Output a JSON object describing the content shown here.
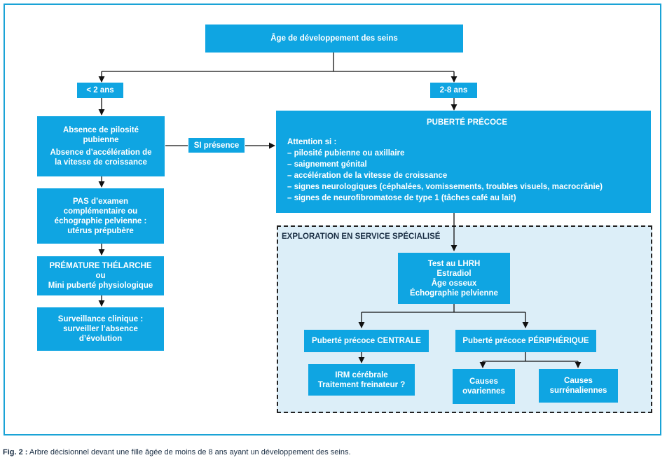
{
  "root": {
    "label": "Âge de développement des seins"
  },
  "branch_left": {
    "label": "< 2 ans"
  },
  "branch_right": {
    "label": "2-8 ans"
  },
  "absence": {
    "line1": "Absence de pilosité pubienne",
    "line2": "Absence d’accélération de la vitesse de croissance"
  },
  "si_presence": {
    "label": "SI présence"
  },
  "pas_examen": {
    "text": "PAS d’examen complémentaire ou échographie pelvienne : utérus prépubère"
  },
  "premature": {
    "line1": "PRÉMATURE THÉLARCHE",
    "line2": "ou",
    "line3": "Mini puberté physiologique"
  },
  "surveillance": {
    "text": "Surveillance clinique : surveiller l’absence d’évolution"
  },
  "puberte": {
    "title": "PUBERTÉ PRÉCOCE",
    "attention": "Attention si :",
    "items": [
      "– pilosité pubienne ou axillaire",
      "– saignement génital",
      "– accélération de la vitesse de croissance",
      "– signes neurologiques (céphalées, vomissements, troubles visuels, macrocrânie)",
      "– signes de neurofibromatose de type 1 (tâches café au lait)"
    ]
  },
  "exploration": {
    "title": "EXPLORATION EN SERVICE SPÉCIALISÉ"
  },
  "tests": {
    "items": [
      "Test au LHRH",
      "Estradiol",
      "Âge osseux",
      "Échographie pelvienne"
    ]
  },
  "centrale": {
    "label": "Puberté précoce CENTRALE"
  },
  "peripherique": {
    "label": "Puberté précoce PÉRIPHÉRIQUE"
  },
  "irm": {
    "line1": "IRM cérébrale",
    "line2": "Traitement freinateur ?"
  },
  "ovariennes": {
    "line1": "Causes",
    "line2": "ovariennes"
  },
  "surrenaliennes": {
    "line1": "Causes",
    "line2": "surrénaliennes"
  },
  "caption": {
    "prefix": "Fig. 2 :",
    "text": " Arbre décisionnel devant une fille âgée de moins de 8 ans ayant un développement des seins."
  },
  "colors": {
    "box": "#0fa5e2",
    "frame": "#1aa3d6",
    "spec_bg": "#dceef8"
  }
}
